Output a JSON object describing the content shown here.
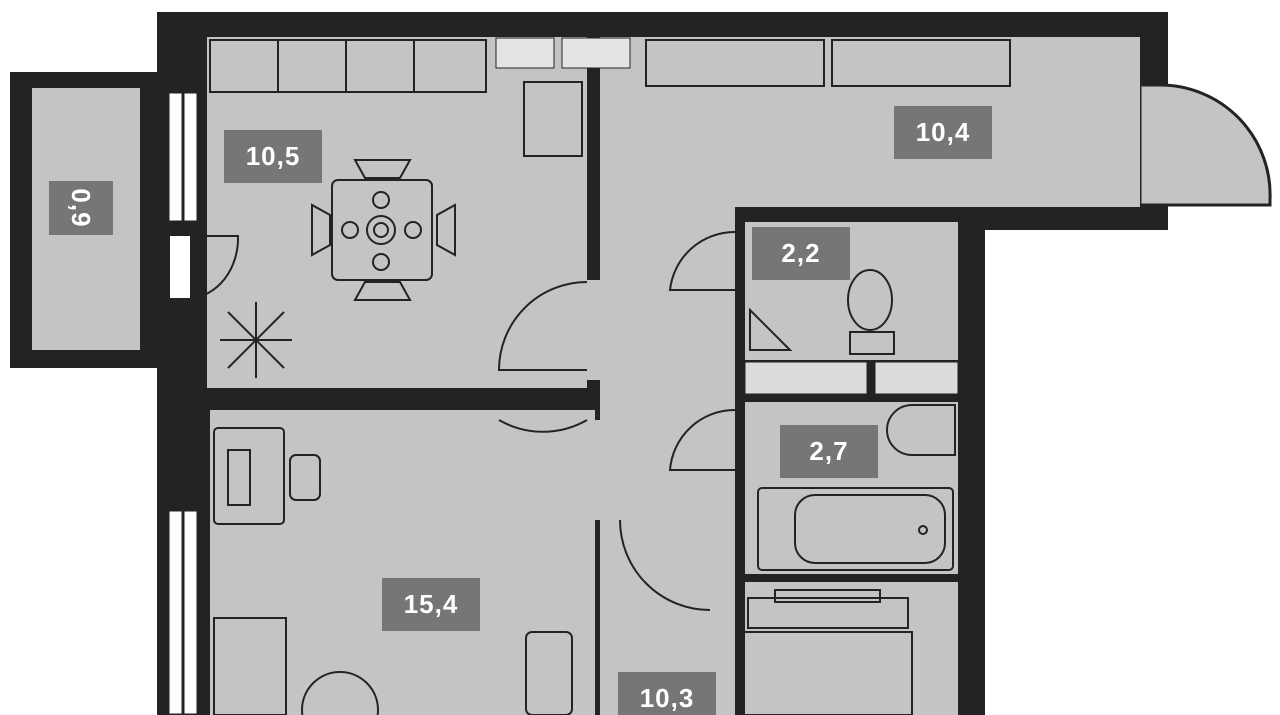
{
  "colors": {
    "wall": "#232323",
    "floor": "#c4c4c4",
    "label_bg": "#767676",
    "label_text": "#ffffff"
  },
  "rooms": {
    "balcony": "0,9",
    "kitchen": "10,5",
    "hall": "10,4",
    "toilet": "2,2",
    "bathroom": "2,7",
    "living": "15,4",
    "corridor": "10,3"
  }
}
